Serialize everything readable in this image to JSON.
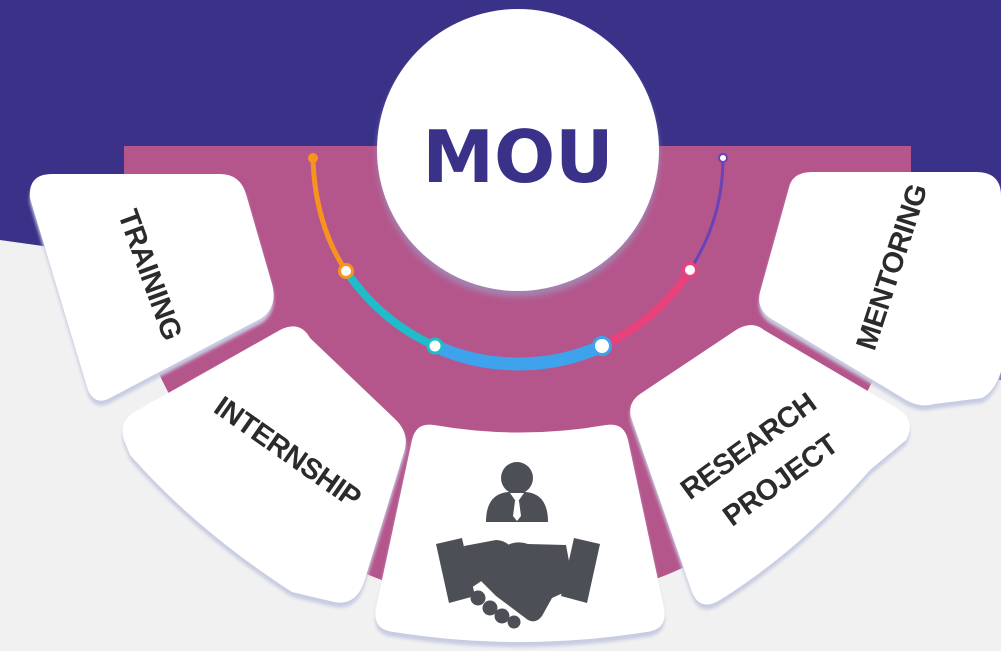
{
  "center": {
    "title": "MOU"
  },
  "cards": {
    "training": "TRAINING",
    "internship": "INTERNSHIP",
    "research_line1": "RESEARCH",
    "research_line2": "PROJECT",
    "mentoring": "MENTORING"
  },
  "icons": {
    "center_card": "handshake-person-icon"
  },
  "colors": {
    "navy": "#3a3188",
    "magenta": "#b4568c",
    "background": "#f1f1f1",
    "card": "#ffffff",
    "icon": "#4d4f57",
    "arc_orange": "#f7941e",
    "arc_teal": "#1fbcc9",
    "arc_blue": "#3ea2ec",
    "arc_pink": "#e8417c",
    "arc_purple": "#6a42b8"
  }
}
